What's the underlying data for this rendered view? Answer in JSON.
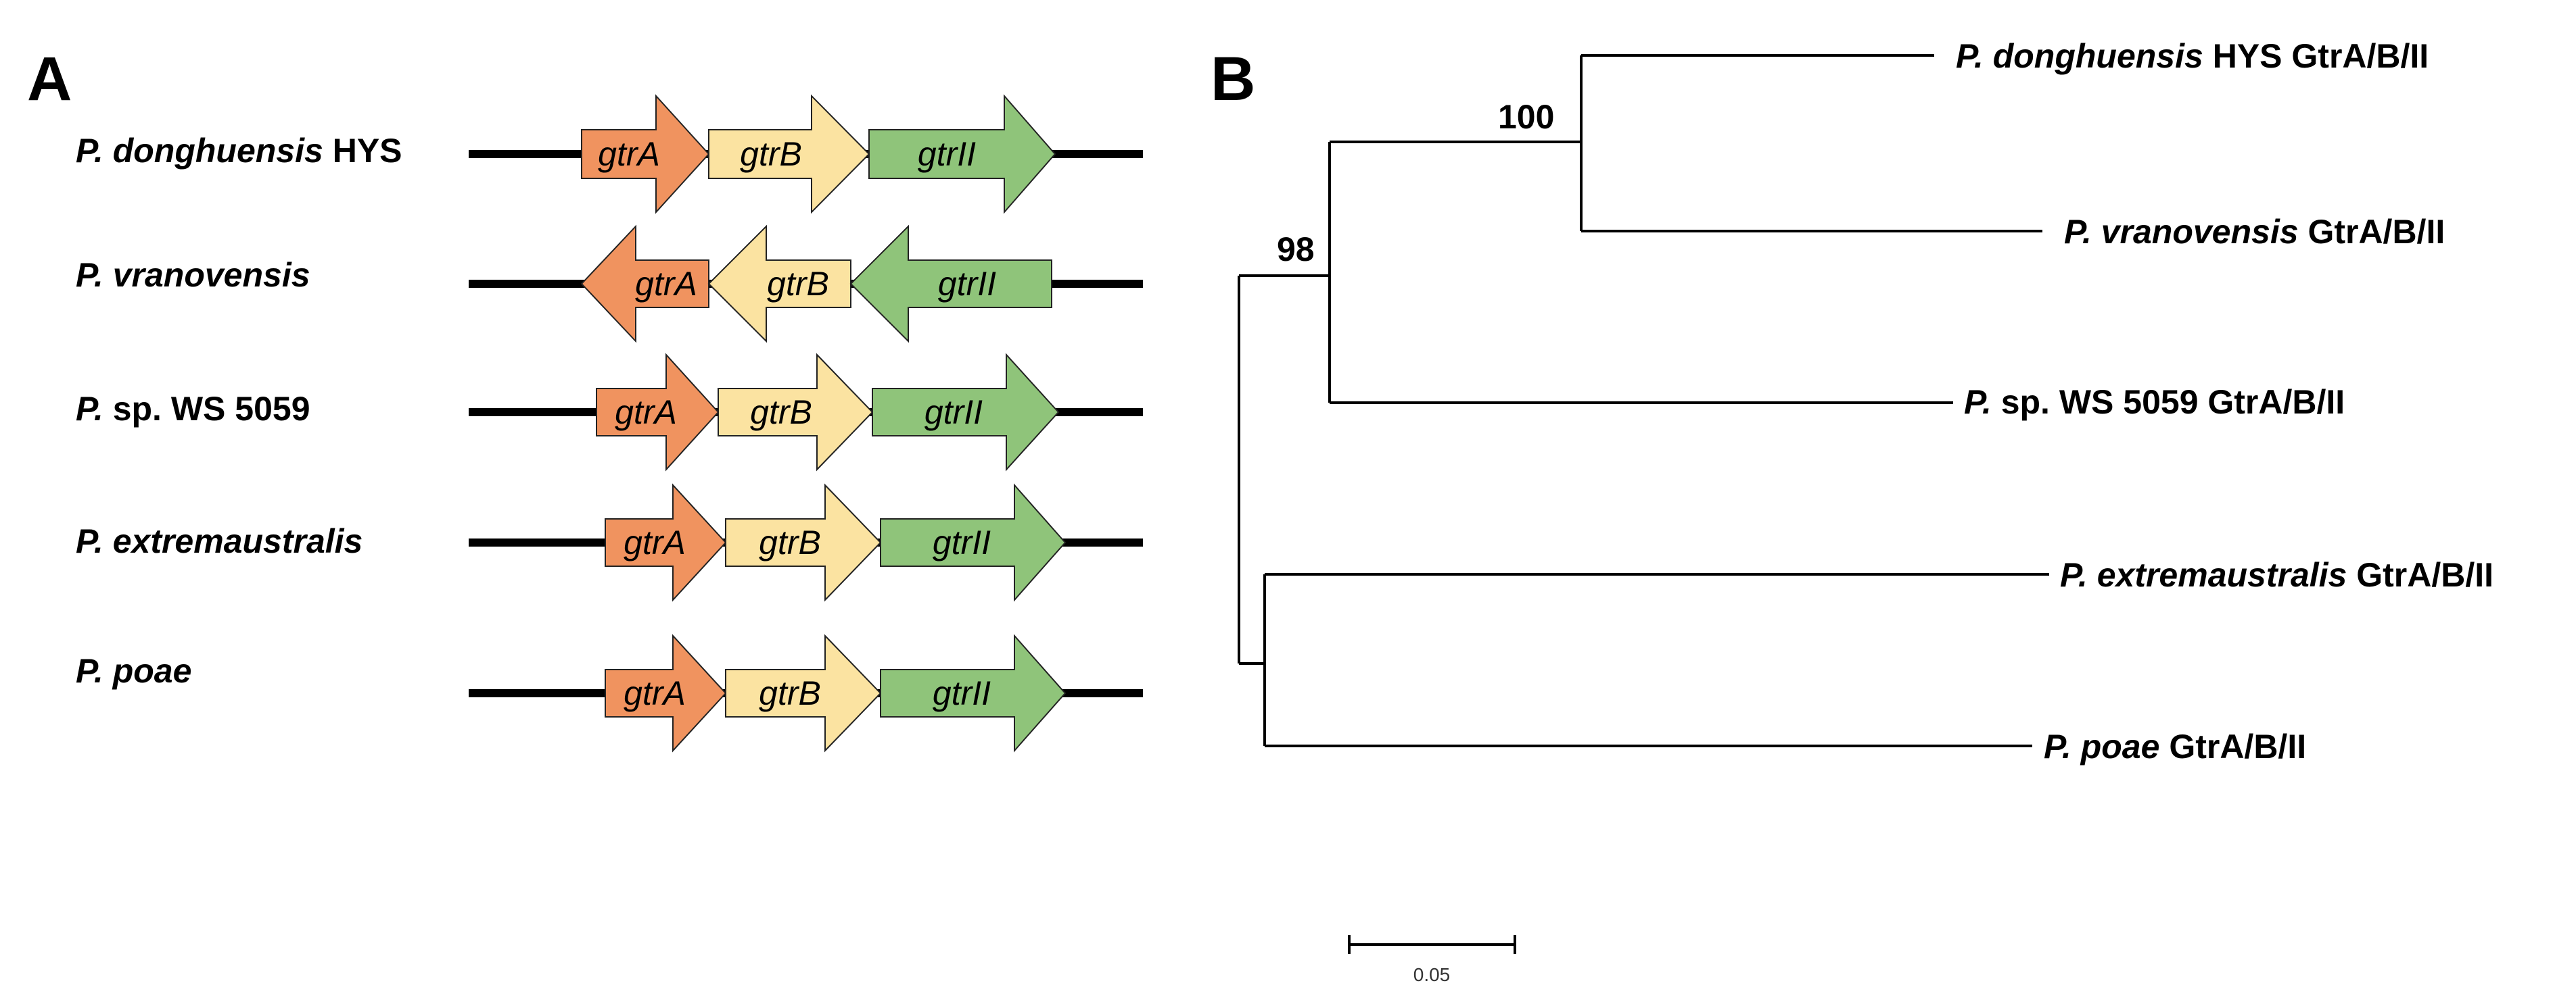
{
  "panels": {
    "a_label": "A",
    "b_label": "B"
  },
  "colors": {
    "gtrA": "#f0935f",
    "gtrB": "#fbe3a1",
    "gtrII": "#8fc47a",
    "backbone": "#000000"
  },
  "gene_labels": {
    "gtrA": "gtrA",
    "gtrB": "gtrB",
    "gtrII": "gtrII"
  },
  "operons": [
    {
      "genus": "P.",
      "epithet": "donghuensis",
      "suffix": "HYS",
      "orientation": "forward"
    },
    {
      "genus": "P.",
      "epithet": "vranovensis",
      "suffix": "",
      "orientation": "reverse"
    },
    {
      "genus": "P.",
      "epithet": "",
      "suffix": "sp. WS 5059",
      "orientation": "forward"
    },
    {
      "genus": "P.",
      "epithet": "extremaustralis",
      "suffix": "",
      "orientation": "forward"
    },
    {
      "genus": "P.",
      "epithet": "poae",
      "suffix": "",
      "orientation": "forward"
    }
  ],
  "tree": {
    "leaves": [
      {
        "genus": "P.",
        "epithet": "donghuensis",
        "suffix": "HYS GtrA/B/II"
      },
      {
        "genus": "P.",
        "epithet": "vranovensis",
        "suffix": "GtrA/B/II"
      },
      {
        "genus": "P.",
        "epithet": "",
        "suffix": "sp. WS 5059 GtrA/B/II"
      },
      {
        "genus": "P.",
        "epithet": "extremaustralis",
        "suffix": "GtrA/B/II"
      },
      {
        "genus": "P.",
        "epithet": "poae",
        "suffix": "GtrA/B/II"
      }
    ],
    "bootstrap": [
      "100",
      "98"
    ],
    "scale_label": "0.05"
  }
}
